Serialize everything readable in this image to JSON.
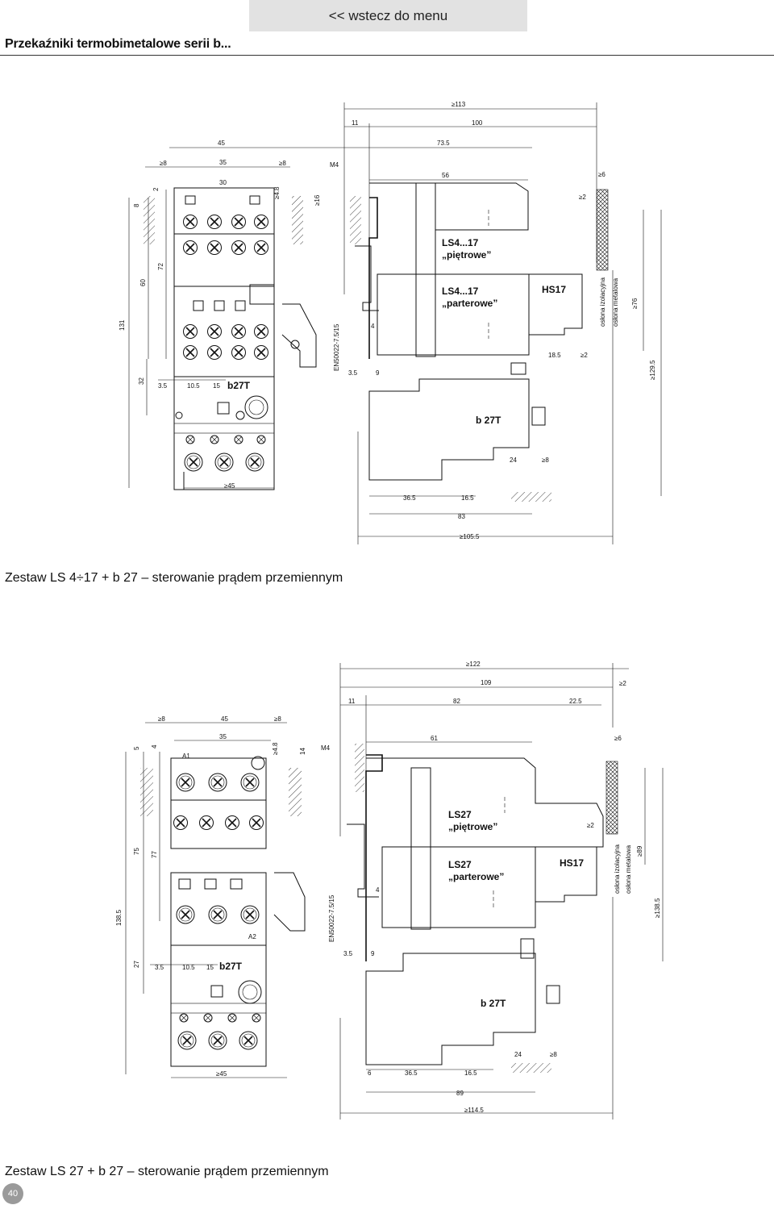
{
  "nav": {
    "back_label": "<< wstecz do menu"
  },
  "page": {
    "title": "Przekaźniki termobimetalowe serii b...",
    "number": "40"
  },
  "figure1": {
    "caption": "Zestaw LS 4÷17 + b 27 – sterowanie prądem przemiennym",
    "dims": {
      "d113": "≥113",
      "d11": "11",
      "d100": "100",
      "d45": "45",
      "d73_5": "73.5",
      "d8a": "≥8",
      "d35": "35",
      "d8b": "≥8",
      "m4": "M4",
      "d56": "56",
      "d6": "≥6",
      "d8v": "8",
      "d2v": "2",
      "d30": "30",
      "d4_8": "≥4.8",
      "d16": "≥16",
      "d2r": "≥2",
      "d60": "60",
      "d72": "72",
      "d131": "131",
      "d76": "≥76",
      "d32": "32",
      "d3_5a": "3.5",
      "d10_5": "10.5",
      "d15": "15",
      "en": "EN50022-7.5/15",
      "d4": "4",
      "d3_5b": "3.5",
      "d9": "9",
      "d18_5": "18.5",
      "d2b": "≥2",
      "d129_5": "≥129.5",
      "d24": "24",
      "d8c": "≥8",
      "d45b": "≥45",
      "d36_5": "36.5",
      "d16_5": "16.5",
      "d83": "83",
      "d105_5": "≥105.5"
    },
    "labels": {
      "ls_upper": "LS4...17",
      "ls_upper_sub": "„piętrowe”",
      "ls_lower": "LS4...17",
      "ls_lower_sub": "„parterowe”",
      "hs": "HS17",
      "b27t_left": "b27T",
      "b27t_right": "b 27T",
      "cover_insul": "osłona izolacyjna",
      "cover_metal": "osłona metalowa"
    }
  },
  "figure2": {
    "caption": "Zestaw LS 27 + b 27 – sterowanie prądem przemiennym",
    "dims": {
      "d122": "≥122",
      "d109": "109",
      "d2t": "≥2",
      "d11": "11",
      "d82": "82",
      "d22_5": "22.5",
      "d8a": "≥8",
      "d45": "45",
      "d8b": "≥8",
      "d5": "5",
      "d4v": "4",
      "d35": "35",
      "d4_8": "≥4.8",
      "d14": "14",
      "m4": "M4",
      "d61": "61",
      "d6": "≥6",
      "d2r": "≥2",
      "d75": "75",
      "d77": "77",
      "d89": "≥89",
      "d138_5l": "138.5",
      "en": "EN50022-7.5/15",
      "d4": "4",
      "d138_5r": "≥138.5",
      "d27": "27",
      "d3_5a": "3.5",
      "d10_5": "10.5",
      "d15": "15",
      "d3_5b": "3.5",
      "d9": "9",
      "d24": "24",
      "d8c": "≥8",
      "d45b": "≥45",
      "d6b": "6",
      "d36_5": "36.5",
      "d16_5": "16.5",
      "d89b": "89",
      "d114_5": "≥114.5"
    },
    "labels": {
      "ls_upper": "LS27",
      "ls_upper_sub": "„piętrowe”",
      "ls_lower": "LS27",
      "ls_lower_sub": "„parterowe”",
      "hs": "HS17",
      "b27t_left": "b27T",
      "b27t_right": "b 27T",
      "a1": "A1",
      "a2": "A2",
      "cover_insul": "osłona izolacyjna",
      "cover_metal": "osłona metalowa"
    }
  }
}
